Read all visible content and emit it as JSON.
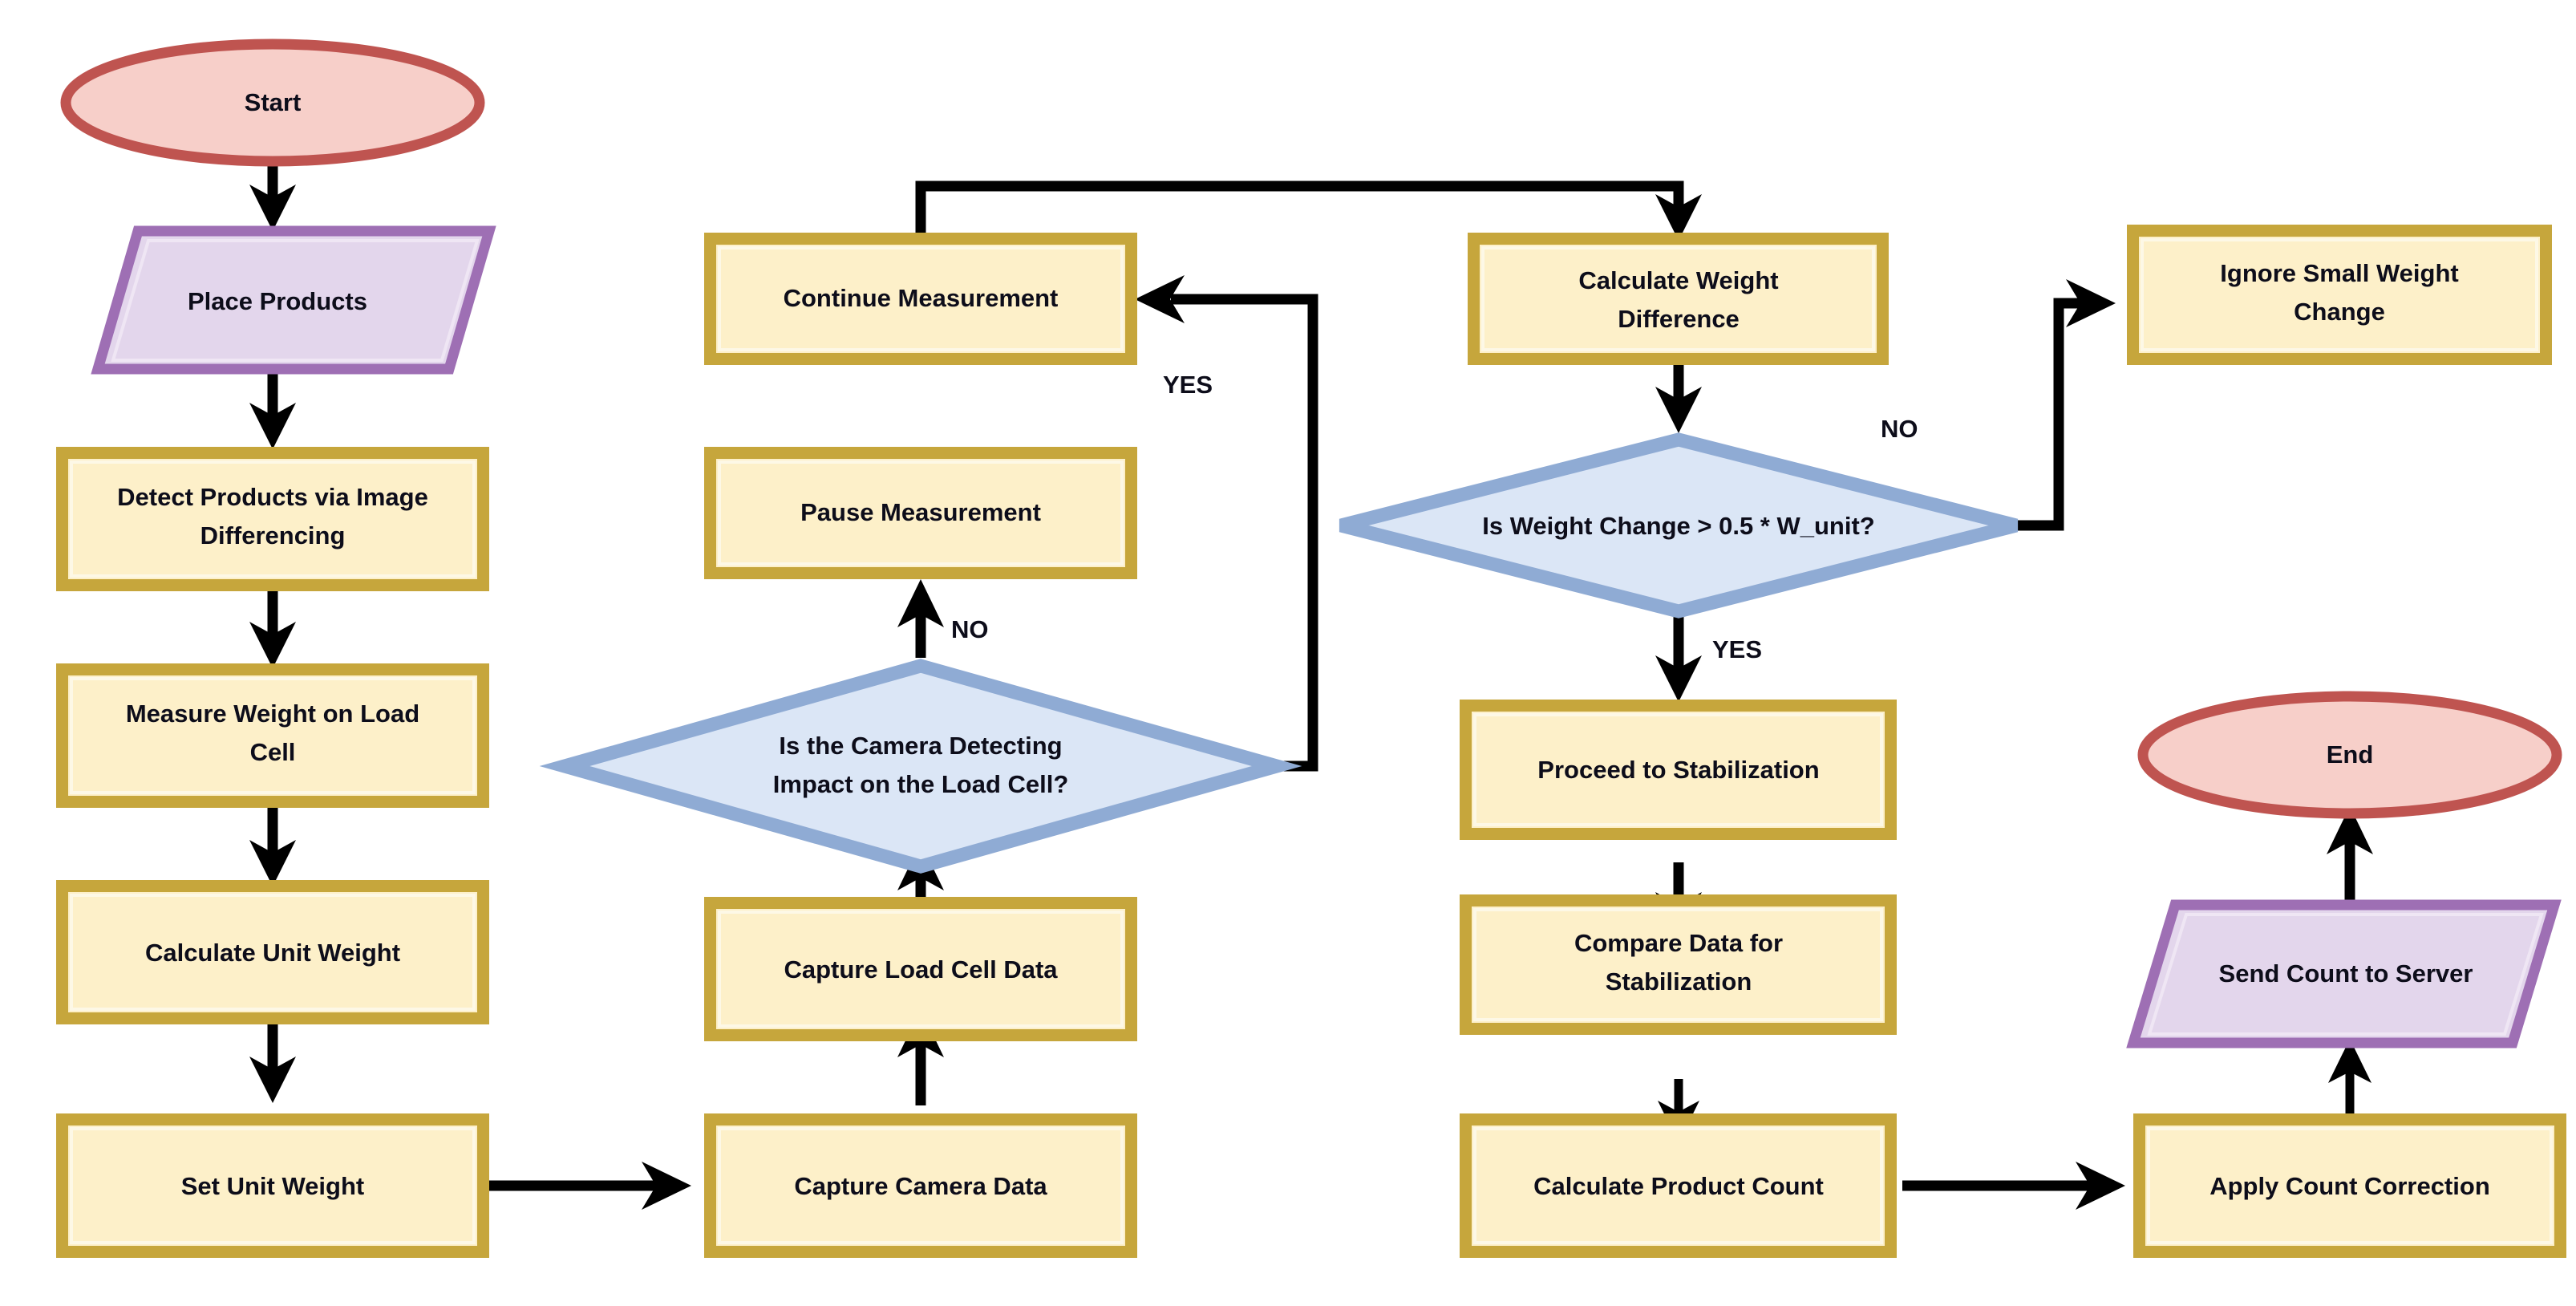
{
  "diagram": {
    "title": "Product Counting System Flowchart",
    "background": "#ffffff",
    "palette": {
      "process_fill": "#fdf0c9",
      "process_border": "#c6a63c",
      "decision_fill": "#dbe6f6",
      "decision_border": "#8fabd4",
      "terminator_fill": "#f7cfc9",
      "terminator_border": "#bf5450",
      "io_fill": "#e3d6ec",
      "io_border": "#9e6fb4",
      "connector": "#000000",
      "text": "#0d0d1a"
    },
    "nodes": {
      "start": {
        "label": "Start",
        "shape": "terminator"
      },
      "place_products": {
        "label": "Place Products",
        "shape": "io-parallelogram"
      },
      "detect_products": {
        "label_line1": "Detect Products via Image",
        "label_line2": "Differencing",
        "shape": "process"
      },
      "measure_weight": {
        "label_line1": "Measure Weight on Load",
        "label_line2": "Cell",
        "shape": "process"
      },
      "calculate_unit_weight": {
        "label": "Calculate Unit Weight",
        "shape": "process"
      },
      "set_unit_weight": {
        "label": "Set Unit Weight",
        "shape": "process"
      },
      "capture_camera_data": {
        "label": "Capture Camera Data",
        "shape": "process"
      },
      "capture_load_cell_data": {
        "label": "Capture Load Cell Data",
        "shape": "process"
      },
      "camera_decision": {
        "label_line1": "Is the Camera Detecting",
        "label_line2": "Impact on the Load Cell?",
        "shape": "decision"
      },
      "pause_measurement": {
        "label": "Pause Measurement",
        "shape": "process"
      },
      "continue_measurement": {
        "label": "Continue Measurement",
        "shape": "process"
      },
      "calculate_weight_difference": {
        "label_line1": "Calculate Weight",
        "label_line2": "Difference",
        "shape": "process"
      },
      "weight_decision": {
        "label": "Is Weight Change > 0.5 * W_unit?",
        "shape": "decision"
      },
      "ignore_small_change": {
        "label_line1": "Ignore Small Weight",
        "label_line2": "Change",
        "shape": "process"
      },
      "proceed_stabilization": {
        "label": "Proceed to Stabilization",
        "shape": "process"
      },
      "compare_stabilization": {
        "label_line1": "Compare Data for",
        "label_line2": "Stabilization",
        "shape": "process"
      },
      "calculate_product_count": {
        "label": "Calculate Product Count",
        "shape": "process"
      },
      "apply_count_correction": {
        "label": "Apply Count Correction",
        "shape": "process"
      },
      "send_count_to_server": {
        "label": "Send Count to Server",
        "shape": "io-parallelogram"
      },
      "end": {
        "label": "End",
        "shape": "terminator"
      }
    },
    "edge_labels": {
      "camera_yes": "YES",
      "camera_no": "NO",
      "weight_no": "NO",
      "weight_yes": "YES"
    },
    "edges": [
      {
        "from": "start",
        "to": "place_products",
        "label": ""
      },
      {
        "from": "place_products",
        "to": "detect_products",
        "label": ""
      },
      {
        "from": "detect_products",
        "to": "measure_weight",
        "label": ""
      },
      {
        "from": "measure_weight",
        "to": "calculate_unit_weight",
        "label": ""
      },
      {
        "from": "calculate_unit_weight",
        "to": "set_unit_weight",
        "label": ""
      },
      {
        "from": "set_unit_weight",
        "to": "capture_camera_data",
        "label": ""
      },
      {
        "from": "capture_camera_data",
        "to": "capture_load_cell_data",
        "label": ""
      },
      {
        "from": "capture_load_cell_data",
        "to": "camera_decision",
        "label": ""
      },
      {
        "from": "camera_decision",
        "to": "pause_measurement",
        "label": "NO"
      },
      {
        "from": "camera_decision",
        "to": "continue_measurement",
        "label": "YES"
      },
      {
        "from": "continue_measurement",
        "to": "calculate_weight_difference",
        "label": ""
      },
      {
        "from": "calculate_weight_difference",
        "to": "weight_decision",
        "label": ""
      },
      {
        "from": "weight_decision",
        "to": "ignore_small_change",
        "label": "NO"
      },
      {
        "from": "weight_decision",
        "to": "proceed_stabilization",
        "label": "YES"
      },
      {
        "from": "proceed_stabilization",
        "to": "compare_stabilization",
        "label": ""
      },
      {
        "from": "compare_stabilization",
        "to": "calculate_product_count",
        "label": ""
      },
      {
        "from": "calculate_product_count",
        "to": "apply_count_correction",
        "label": ""
      },
      {
        "from": "apply_count_correction",
        "to": "send_count_to_server",
        "label": ""
      },
      {
        "from": "send_count_to_server",
        "to": "end",
        "label": ""
      }
    ]
  }
}
